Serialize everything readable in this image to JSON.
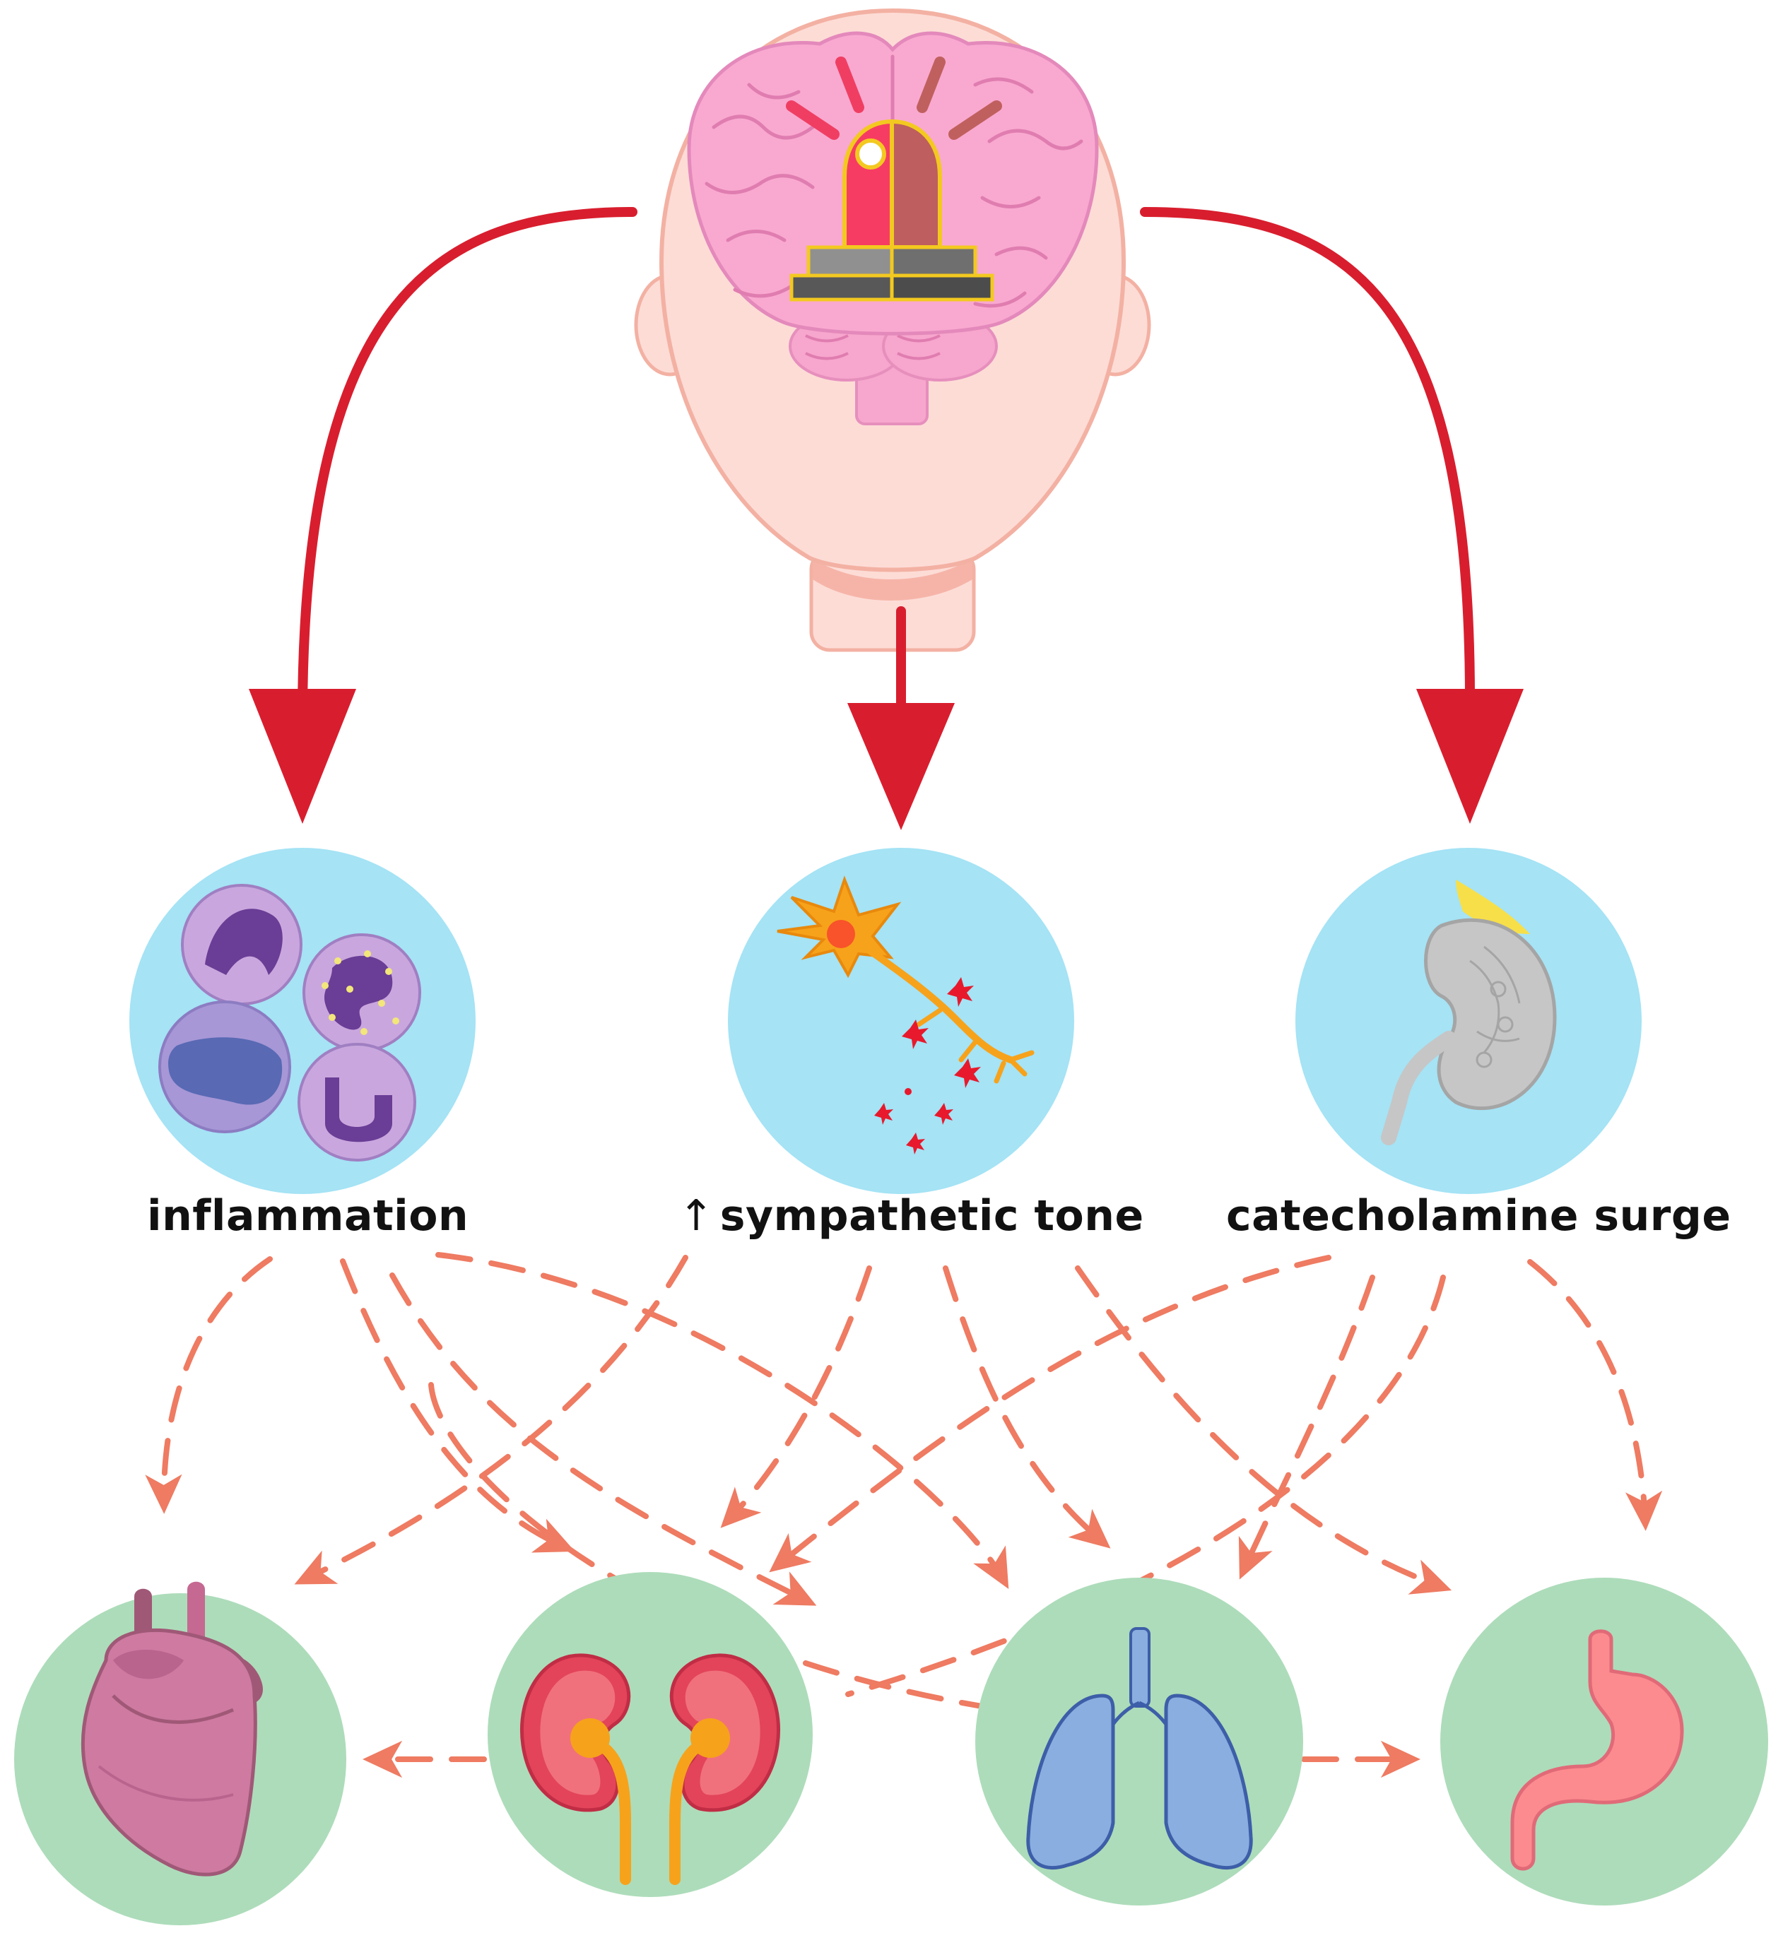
{
  "mechanisms": [
    {
      "id": "inflammation",
      "label": "inflammation"
    },
    {
      "id": "sympathetic",
      "prefix": "↑",
      "label": "sympathetic tone"
    },
    {
      "id": "catecholamine",
      "label": "catecholamine surge"
    }
  ],
  "icons": {
    "top": "brain-alarm-icon",
    "mechanisms": [
      "leukocytes-icon",
      "neuron-icon",
      "adrenal-kidney-icon"
    ],
    "organs": [
      "heart-icon",
      "kidneys-icon",
      "lungs-icon",
      "stomach-icon"
    ]
  },
  "colors": {
    "main_arrow": "#d81e2e",
    "secondary_arrow": "#ee7b62",
    "mechanism_circle": "#a5e3f5",
    "organ_circle": "#addcba",
    "head": "#fddcd6",
    "brain": "#f9a9d0"
  }
}
